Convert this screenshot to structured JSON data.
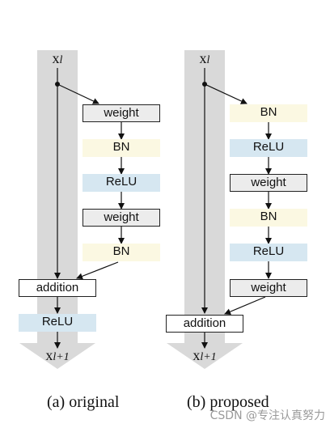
{
  "original": {
    "x_in": "x",
    "x_in_sub": "l",
    "blocks": [
      "weight",
      "BN",
      "ReLU",
      "weight",
      "BN"
    ],
    "addition": "addition",
    "post": "ReLU",
    "x_out": "x",
    "x_out_sub": "l+1",
    "caption": "(a) original"
  },
  "proposed": {
    "x_in": "x",
    "x_in_sub": "l",
    "blocks": [
      "BN",
      "ReLU",
      "weight",
      "BN",
      "ReLU",
      "weight"
    ],
    "addition": "addition",
    "x_out": "x",
    "x_out_sub": "l+1",
    "caption": "(b) proposed"
  },
  "watermark": "CSDN @专注认真努力"
}
